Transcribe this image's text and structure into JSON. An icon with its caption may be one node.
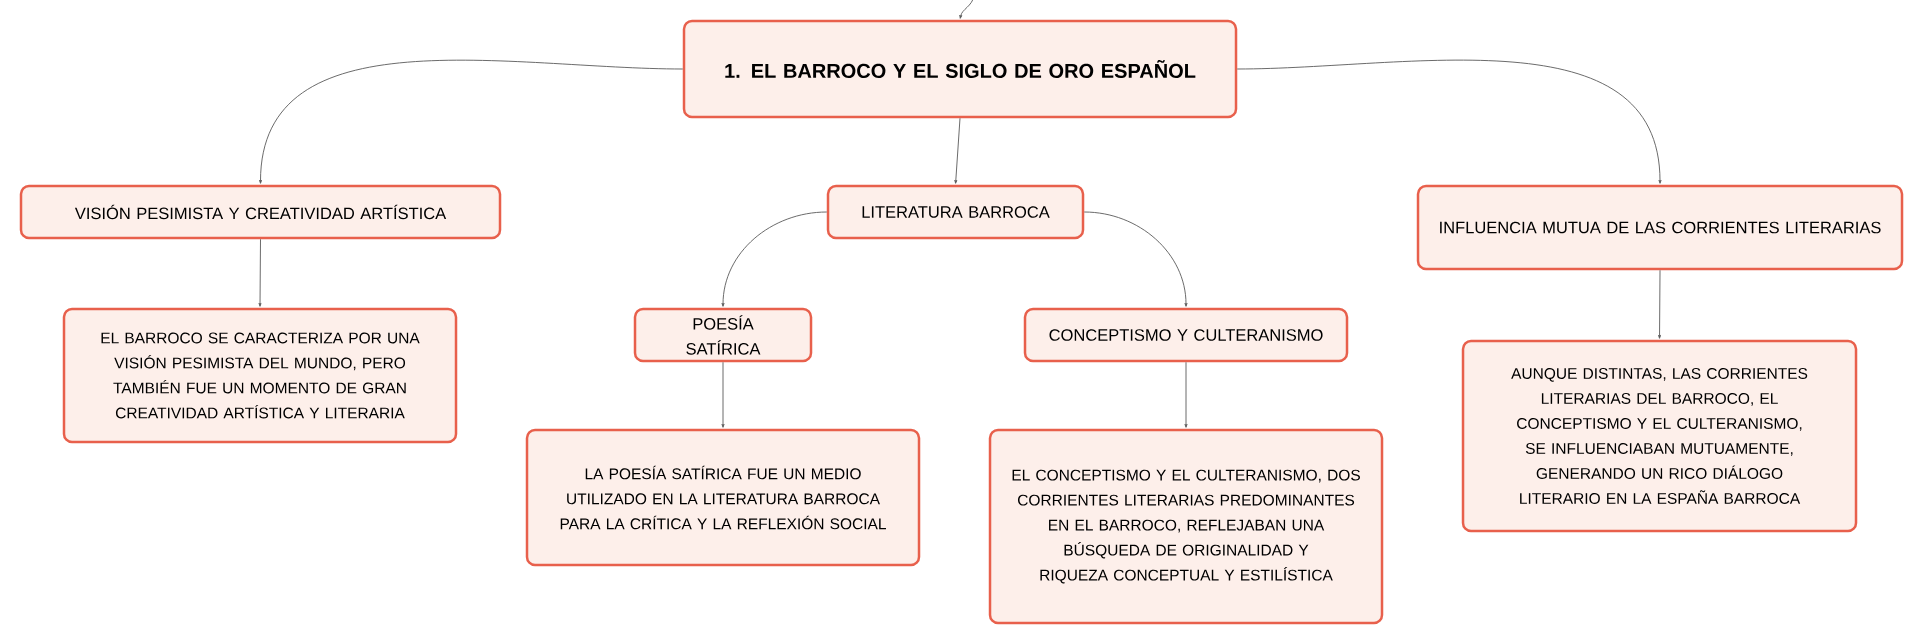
{
  "diagram": {
    "nodes": [
      {
        "text": [
          "1. EL BARROCO Y EL SIGLO DE ORO ESPAÑOL"
        ]
      },
      {
        "text": [
          "VISIÓN PESIMISTA Y CREATIVIDAD ARTÍSTICA"
        ]
      },
      {
        "text": [
          "EL BARROCO SE CARACTERIZA POR UNA VISIÓN PESIMISTA DEL MUNDO, PERO TAMBIÉN FUE UN MOMENTO DE GRAN CREATIVIDAD ARTÍSTICA Y LITERARIA"
        ]
      },
      {
        "text": [
          "LITERATURA BARROCA"
        ]
      },
      {
        "text": [
          "POESÍA SATÍRICA"
        ]
      },
      {
        "text": [
          "LA POESÍA SATÍRICA FUE UN MEDIO UTILIZADO EN LA LITERATURA BARROCA PARA LA CRÍTICA Y LA REFLEXIÓN SOCIAL"
        ]
      },
      {
        "text": [
          "CONCEPTISMO Y CULTERANISMO"
        ]
      },
      {
        "text": [
          "EL CONCEPTISMO Y EL CULTERANISMO, DOS CORRIENTES LITERARIAS PREDOMINANTES EN EL BARROCO, REFLEJABAN UNA BÚSQUEDA DE ORIGINALIDAD Y RIQUEZA CONCEPTUAL Y ESTILÍSTICA"
        ]
      },
      {
        "text": [
          "INFLUENCIA MUTUA DE LAS CORRIENTES LITERARIAS"
        ]
      },
      {
        "text": [
          "AUNQUE DISTINTAS, LAS CORRIENTES LITERARIAS DEL BARROCO, EL CONCEPTISMO Y EL CULTERANISMO, SE INFLUENCIABAN MUTUAMENTE, GENERANDO UN RICO DIÁLOGO LITERARIO EN LA ESPAÑA BARROCA"
        ]
      }
    ],
    "edges": [
      {
        "from": null,
        "to": 0,
        "arrow": "to"
      },
      {
        "from": 0,
        "to": 1,
        "arrow": "to"
      },
      {
        "from": 0,
        "to": 3,
        "arrow": "to"
      },
      {
        "from": 0,
        "to": 8,
        "arrow": "to"
      },
      {
        "from": 1,
        "to": 2,
        "arrow": "to"
      },
      {
        "from": 3,
        "to": 4,
        "arrow": "to"
      },
      {
        "from": 3,
        "to": 6,
        "arrow": "to"
      },
      {
        "from": 4,
        "to": 5,
        "arrow": "to"
      },
      {
        "from": 6,
        "to": 7,
        "arrow": "to"
      },
      {
        "from": 8,
        "to": 9,
        "arrow": "to"
      }
    ]
  }
}
